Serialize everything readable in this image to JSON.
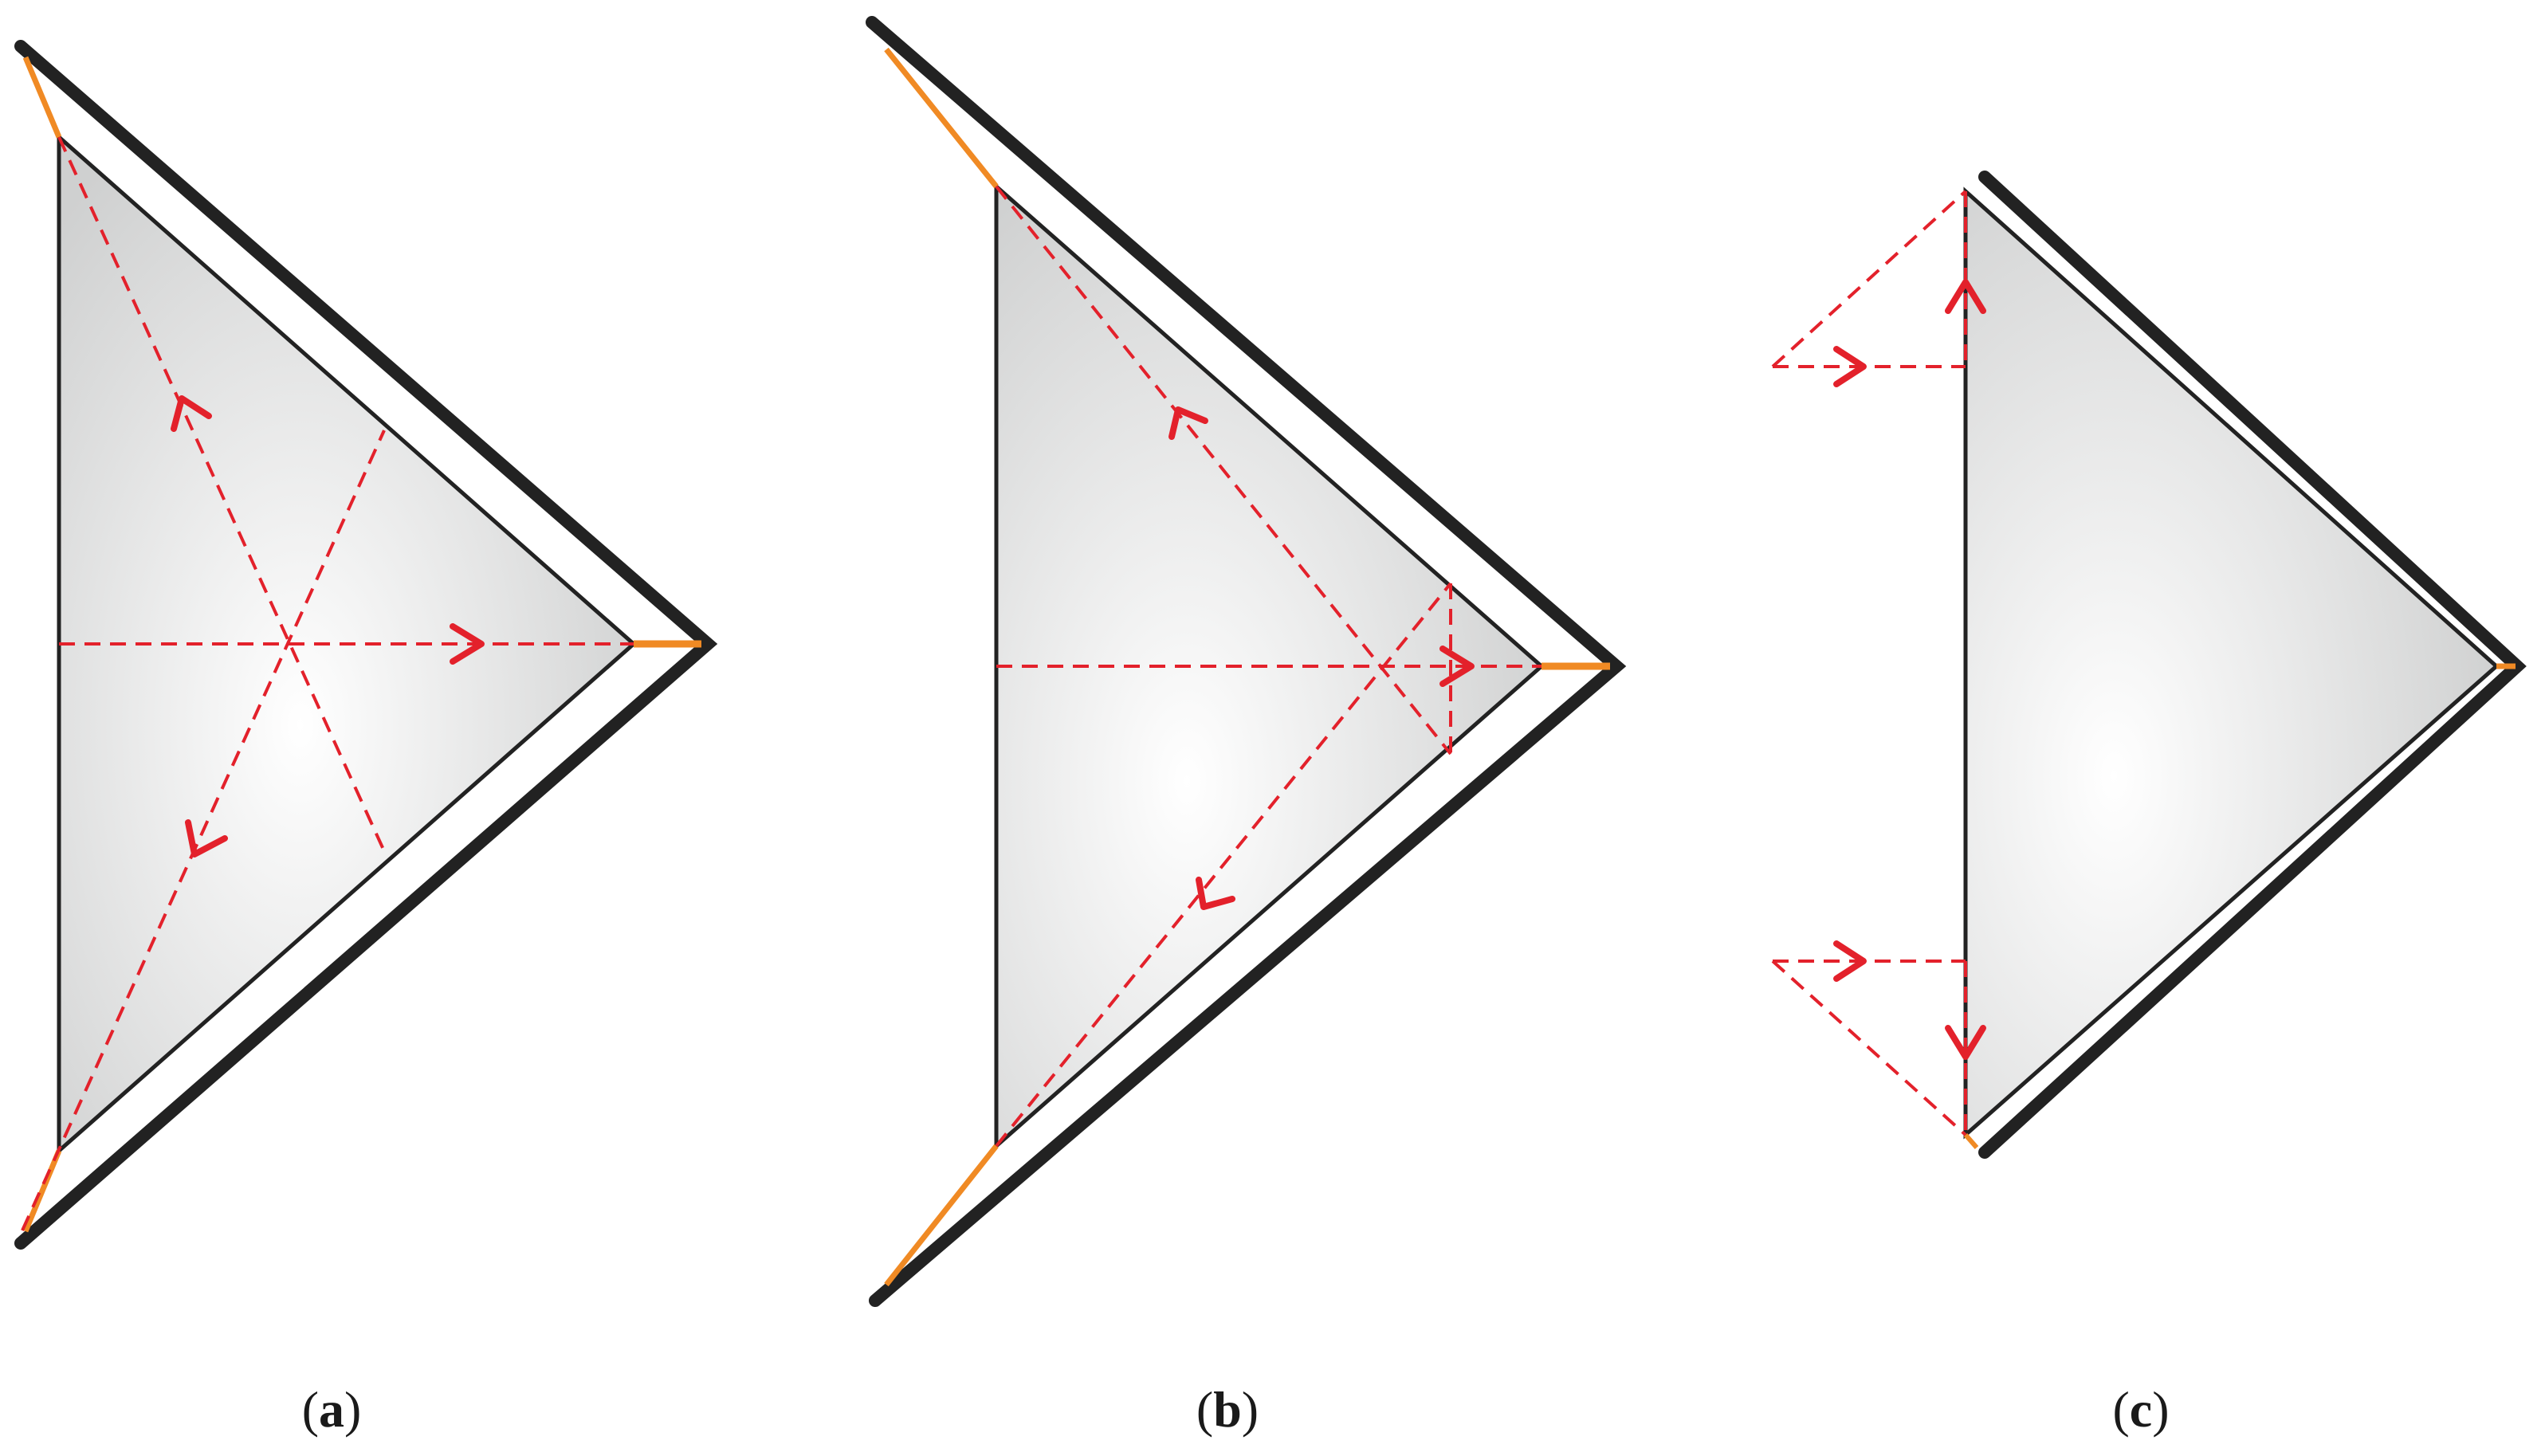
{
  "colors": {
    "outline": "#222222",
    "edge": "#222222",
    "shade_light": "#ffffff",
    "shade_dark": "#cfd0d0",
    "ray": "#e3212b",
    "horizon": "#f08a24",
    "background": "#ffffff"
  },
  "panels": [
    {
      "id": "a",
      "caption_open": "(",
      "caption_letter": "a",
      "caption_close": ")"
    },
    {
      "id": "b",
      "caption_open": "(",
      "caption_letter": "b",
      "caption_close": ")"
    },
    {
      "id": "c",
      "caption_open": "(",
      "caption_letter": "c",
      "caption_close": ")"
    }
  ]
}
